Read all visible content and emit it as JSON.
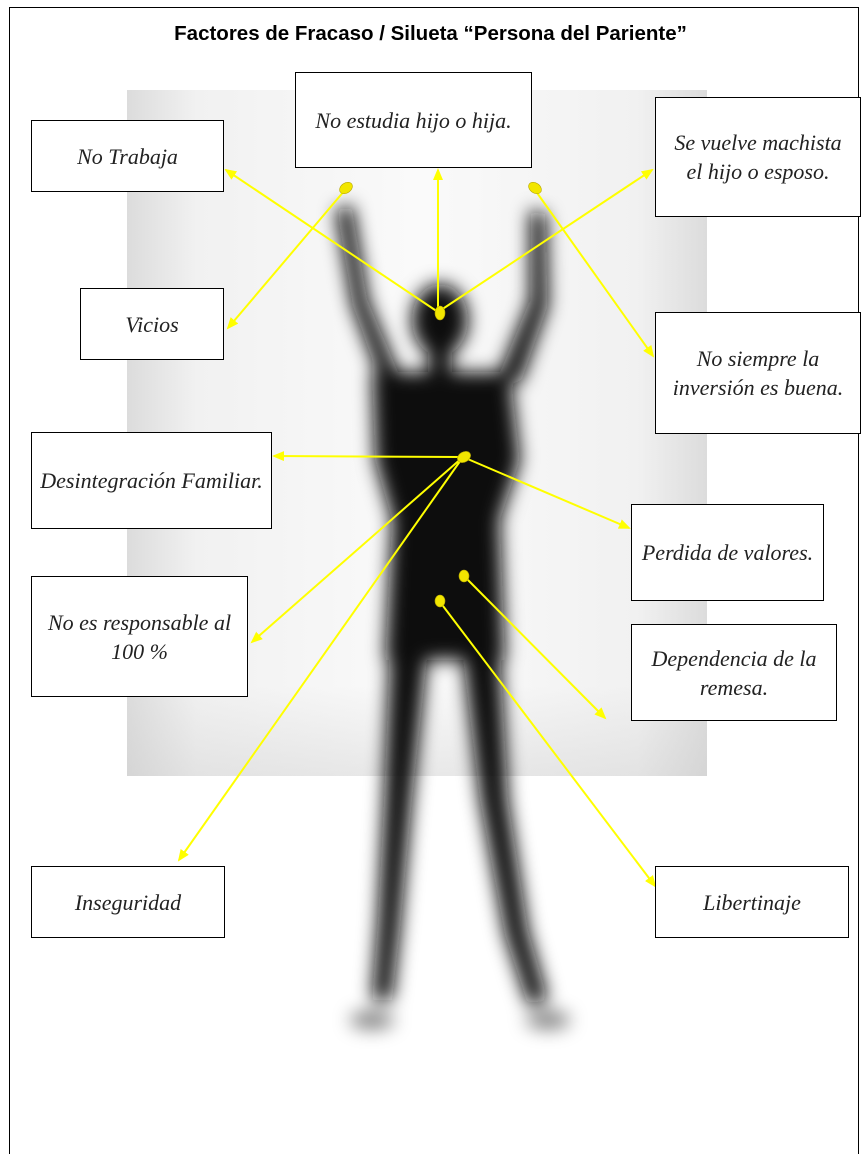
{
  "title": "Factores de Fracaso / Silueta “Persona del Pariente”",
  "colors": {
    "arrow": "#ffff00",
    "dot": "#f2e600",
    "silhouette": "#0a0a0a",
    "border": "#000000"
  },
  "labels": {
    "no_trabaja": "No Trabaja",
    "no_estudia": "No estudia hijo o hija.",
    "machista": "Se vuelve machista el hijo o esposo.",
    "vicios": "Vicios",
    "inversion": "No siempre la inversión es buena.",
    "desintegracion": "Desintegración Familiar.",
    "perdida": "Perdida de valores.",
    "no_responsable": "No es responsable  al 100 %",
    "dependencia": "Dependencia de la remesa.",
    "inseguridad": "Inseguridad",
    "libertinaje": "Libertinaje"
  }
}
